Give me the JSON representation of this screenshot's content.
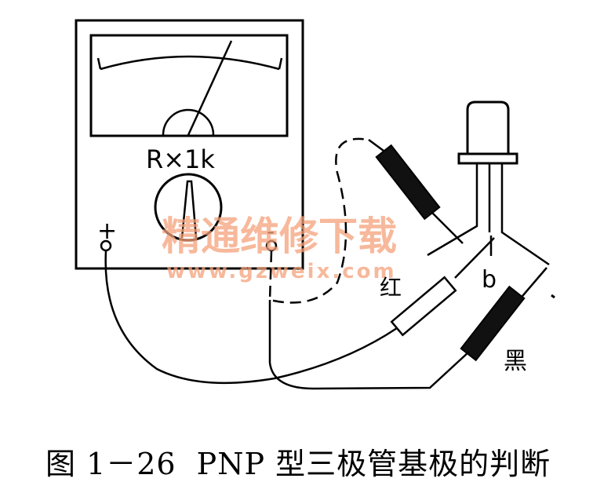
{
  "meter": {
    "range_label": "R×1k",
    "plus_terminal": "+",
    "minus_terminal": "-"
  },
  "labels": {
    "red": "红",
    "black": "黑",
    "base": "b"
  },
  "watermark": {
    "text": "精通维修下载",
    "url": "www.gzweix.com",
    "color": "#f4a07a"
  },
  "caption": {
    "figure": "图 1－26",
    "title": "PNP 型三极管基极的判断"
  }
}
